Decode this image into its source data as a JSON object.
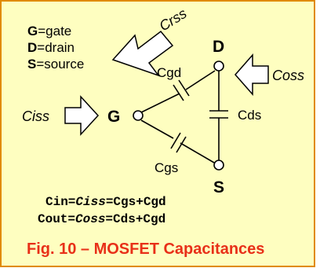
{
  "legend": {
    "gate": {
      "letter": "G",
      "text": "=gate"
    },
    "drain": {
      "letter": "D",
      "text": "=drain"
    },
    "source": {
      "letter": "S",
      "text": "=source"
    }
  },
  "nodes": {
    "gate": "G",
    "drain": "D",
    "source": "S"
  },
  "capacitors": {
    "cgd": "Cgd",
    "cds": "Cds",
    "cgs": "Cgs"
  },
  "arrows": {
    "crss": "Crss",
    "coss": "Coss",
    "ciss": "Ciss"
  },
  "equations": {
    "cin": {
      "lhs": "Cin=",
      "ital": "Ciss",
      "rhs": "=Cgs+Cgd"
    },
    "cout": {
      "lhs": "Cout=",
      "ital": "Coss",
      "rhs": "=Cds+Cgd"
    }
  },
  "caption": "Fig. 10 – MOSFET Capacitances",
  "colors": {
    "background": "#fefec0",
    "border": "#e08a00",
    "caption": "#e83018",
    "ink": "#000000"
  }
}
